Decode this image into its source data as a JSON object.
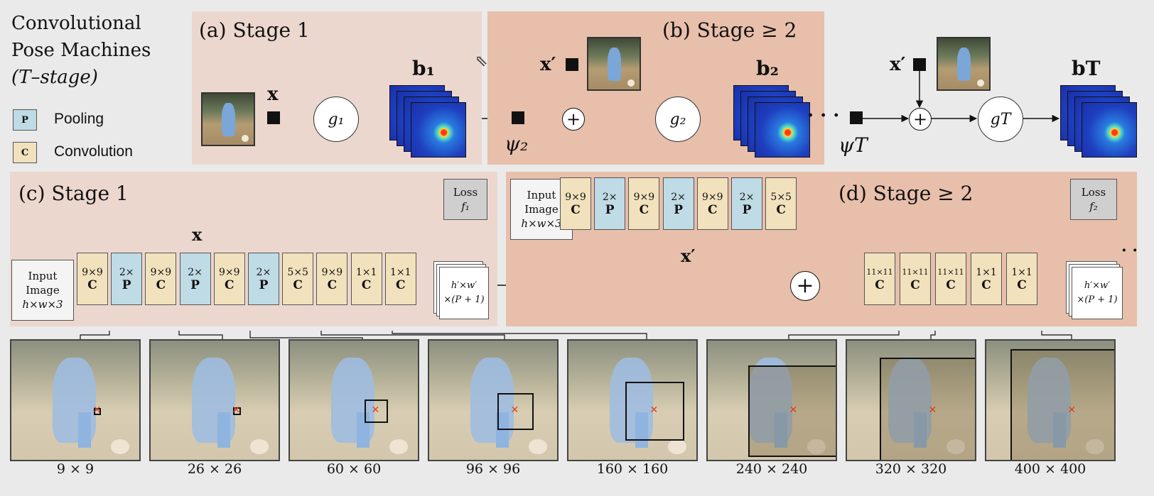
{
  "title_lines": [
    "Convolutional",
    "Pose Machines",
    "(T–stage)"
  ],
  "legend": {
    "pooling": {
      "glyph": "P",
      "label": "Pooling",
      "color": "#bfdbe5"
    },
    "convolution": {
      "glyph": "C",
      "label": "Convolution",
      "color": "#f1e2bd"
    }
  },
  "panels": {
    "a": {
      "title": "(a) Stage 1"
    },
    "b": {
      "title": "(b) Stage ≥ 2"
    },
    "c": {
      "title": "(c) Stage 1"
    },
    "d": {
      "title": "(d) Stage ≥ 2"
    }
  },
  "symbols": {
    "x": "x",
    "x_prime": "x′",
    "g1": "g₁",
    "g2": "g₂",
    "gT": "gT",
    "b1": "b₁",
    "b2": "b₂",
    "bT": "bT",
    "psi2": "ψ₂",
    "psiT": "ψT",
    "dots": "· · ·"
  },
  "input_image": [
    "Input",
    "Image",
    "h×w×3"
  ],
  "loss1": [
    "Loss",
    "f₁"
  ],
  "loss2": [
    "Loss",
    "f₂"
  ],
  "output_box": [
    "h′×w′",
    "×(P + 1)"
  ],
  "stage1_layers": [
    {
      "size": "9×9",
      "kind": "C"
    },
    {
      "size": "2×",
      "kind": "P"
    },
    {
      "size": "9×9",
      "kind": "C"
    },
    {
      "size": "2×",
      "kind": "P"
    },
    {
      "size": "9×9",
      "kind": "C"
    },
    {
      "size": "2×",
      "kind": "P"
    },
    {
      "size": "5×5",
      "kind": "C"
    },
    {
      "size": "9×9",
      "kind": "C"
    },
    {
      "size": "1×1",
      "kind": "C"
    },
    {
      "size": "1×1",
      "kind": "C"
    }
  ],
  "stage2_feature_layers": [
    {
      "size": "9×9",
      "kind": "C"
    },
    {
      "size": "2×",
      "kind": "P"
    },
    {
      "size": "9×9",
      "kind": "C"
    },
    {
      "size": "2×",
      "kind": "P"
    },
    {
      "size": "9×9",
      "kind": "C"
    },
    {
      "size": "2×",
      "kind": "P"
    },
    {
      "size": "5×5",
      "kind": "C"
    }
  ],
  "stage2_layers": [
    {
      "size": "11×11",
      "kind": "C"
    },
    {
      "size": "11×11",
      "kind": "C"
    },
    {
      "size": "11×11",
      "kind": "C"
    },
    {
      "size": "1×1",
      "kind": "C"
    },
    {
      "size": "1×1",
      "kind": "C"
    }
  ],
  "receptive_fields": [
    {
      "label": "9 × 9",
      "frac": 0.02
    },
    {
      "label": "26 × 26",
      "frac": 0.06
    },
    {
      "label": "60 × 60",
      "frac": 0.18
    },
    {
      "label": "96 × 96",
      "frac": 0.28
    },
    {
      "label": "160 × 160",
      "frac": 0.45
    },
    {
      "label": "240 × 240",
      "frac": 0.7
    },
    {
      "label": "320 × 320",
      "frac": 0.82
    },
    {
      "label": "400 × 400",
      "frac": 0.95
    }
  ]
}
